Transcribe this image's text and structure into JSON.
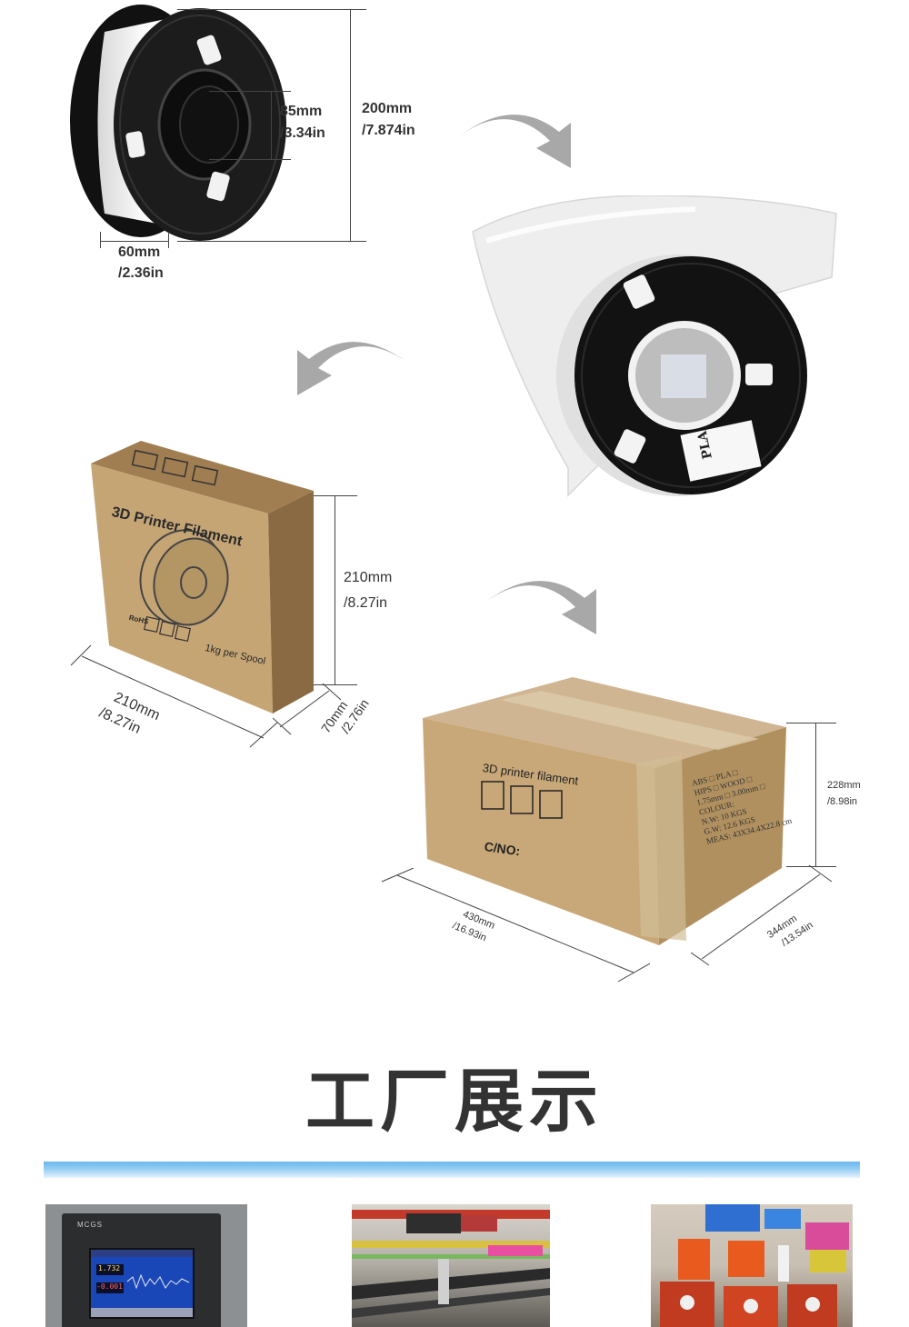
{
  "spool": {
    "hub_diameter": {
      "mm": "85mm",
      "in": "/3.34in"
    },
    "outer_diameter": {
      "mm": "200mm",
      "in": "/7.874in"
    },
    "width": {
      "mm": "60mm",
      "in": "/2.36in"
    },
    "label_text": "PLA"
  },
  "box": {
    "print_title": "3D Printer Filament",
    "print_weight": "1kg per Spool",
    "print_cert": "RoHS",
    "height": {
      "mm": "210mm",
      "in": "/8.27in"
    },
    "width": {
      "mm": "210mm",
      "in": "/8.27in"
    },
    "depth": {
      "mm": "70mm",
      "in": "/2.76in"
    }
  },
  "carton": {
    "print_title": "3D printer filament",
    "print_cno": "C/NO:",
    "print_specs": [
      "ABS  □   PLA   □",
      "HIPS  □   WOOD □",
      "1.75mm □  3.00mm □",
      "COLOUR:",
      "N.W:   10  KGS",
      "G.W:   12.6  KGS",
      "MEAS: 43X34.4X22.8 cm"
    ],
    "height": {
      "mm": "228mm",
      "in": "/8.98in"
    },
    "length": {
      "mm": "430mm",
      "in": "/16.93in"
    },
    "width": {
      "mm": "344mm",
      "in": "/13.54in"
    }
  },
  "factory": {
    "title": "工厂展示",
    "monitor_brand": "MCGS",
    "monitor_value_top": "1.732",
    "monitor_value_bottom": "-0.001"
  },
  "colors": {
    "accent_blue": "#6ab7ee",
    "cardboard": "#c8a878",
    "spool_black": "#1a1a1a",
    "arrow_gray": "#a8a8a8"
  }
}
